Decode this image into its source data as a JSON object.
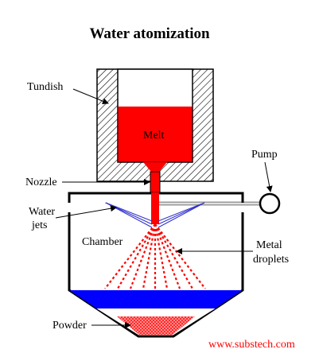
{
  "title": "Water atomization",
  "labels": {
    "tundish": "Tundish",
    "melt": "Melt",
    "nozzle": "Nozzle",
    "pump": "Pump",
    "water_jets_line1": "Water",
    "water_jets_line2": "jets",
    "chamber": "Chamber",
    "metal_droplets_line1": "Metal",
    "metal_droplets_line2": "droplets",
    "powder": "Powder"
  },
  "credit": "www.substech.com",
  "colors": {
    "melt": "#ff0000",
    "water": "#0000ff",
    "jets": "#3333cc",
    "credit": "#ff0000",
    "pipe": "#b0b0b0",
    "outline": "#000000"
  }
}
